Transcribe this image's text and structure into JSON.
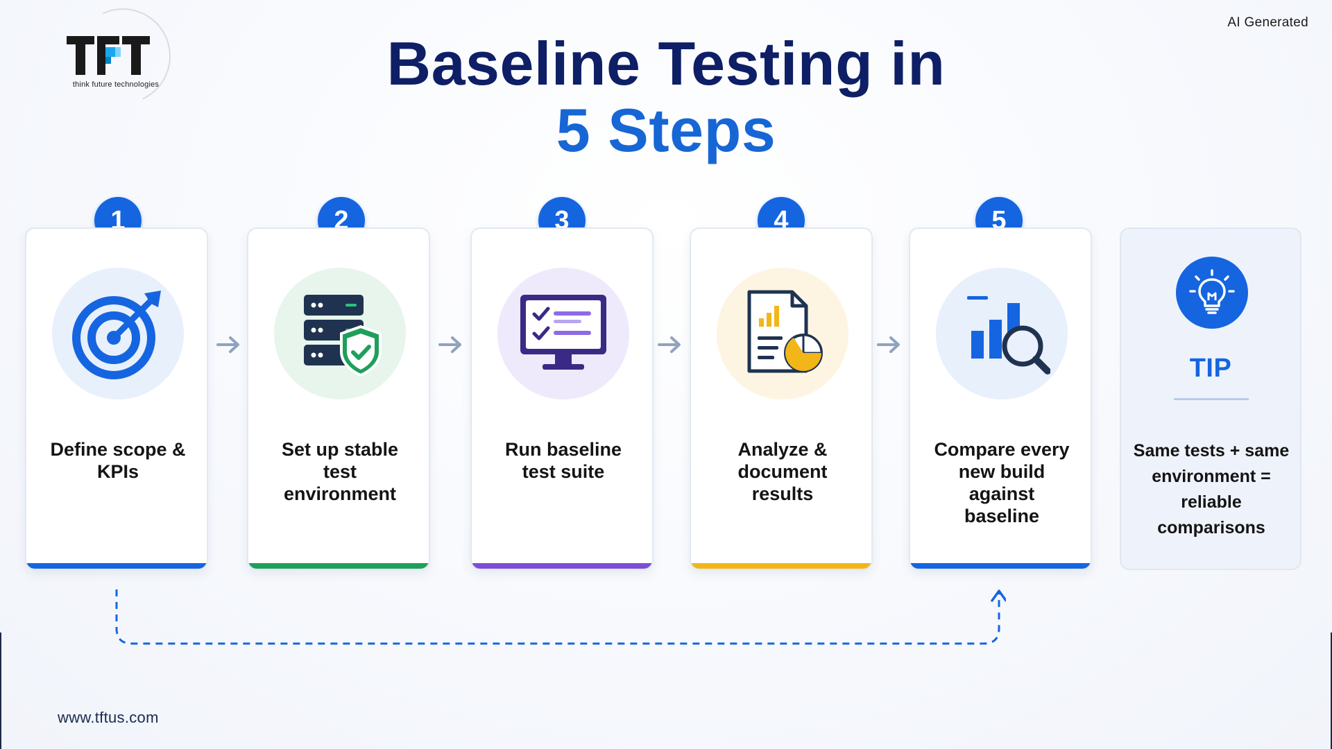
{
  "header": {
    "logo_text": "think future technologies",
    "ai_label": "AI Generated",
    "title_line1": "Baseline Testing in",
    "title_line2": "5 Steps"
  },
  "steps": [
    {
      "number": "1",
      "label_lines": [
        "Define scope &",
        "KPIs"
      ],
      "icon": "target-icon",
      "accent": "#1565e0",
      "tint": "#e8f0fc"
    },
    {
      "number": "2",
      "label_lines": [
        "Set up stable",
        "test",
        "environment"
      ],
      "icon": "server-shield-icon",
      "accent": "#1ea05a",
      "tint": "#e7f5ec"
    },
    {
      "number": "3",
      "label_lines": [
        "Run baseline",
        "test suite"
      ],
      "icon": "monitor-checklist-icon",
      "accent": "#7a4fd6",
      "tint": "#efeafb"
    },
    {
      "number": "4",
      "label_lines": [
        "Analyze &",
        "document",
        "results"
      ],
      "icon": "report-chart-icon",
      "accent": "#f2b619",
      "tint": "#fdf5e2"
    },
    {
      "number": "5",
      "label_lines": [
        "Compare every",
        "new build",
        "against",
        "baseline"
      ],
      "icon": "bar-chart-magnifier-icon",
      "accent": "#1565e0",
      "tint": "#e8f0fc"
    }
  ],
  "tip": {
    "icon": "lightbulb-icon",
    "title": "TIP",
    "lines": [
      "Same tests + same",
      "environment =",
      "reliable",
      "comparisons"
    ]
  },
  "footer": {
    "url": "www.tftus.com"
  }
}
